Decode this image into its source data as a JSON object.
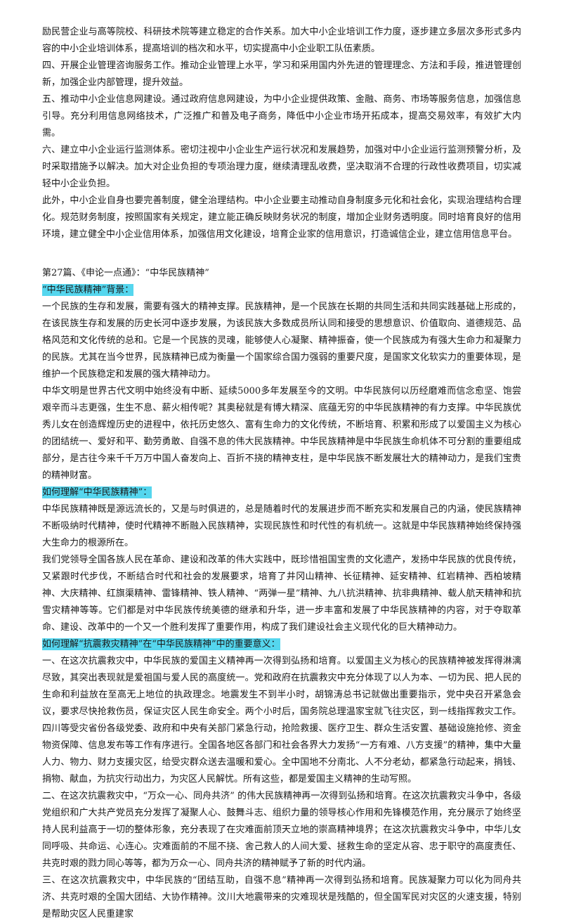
{
  "paragraphs_top": [
    "励民营企业与高等院校、科研技术院等建立稳定的合作关系。加大中小企业培训工作力度，逐步建立多层次多形式多内容的中小企业培训体系，提高培训的档次和水平，切实提高中小企业职工队伍素质。",
    "四、开展企业管理咨询服务工作。推动企业管理上水平，学习和采用国内外先进的管理理念、方法和手段，推进管理创新，加强企业内部管理，提升效益。",
    "五、推动中小企业信息网建设。通过政府信息网建设，为中小企业提供政策、金融、商务、市场等服务信息，加强信息引导。充分利用信息网络技术，广泛推广和普及电子商务，降低中小企业市场开拓成本，提高交易效率，有效扩大内需。",
    "六、建立中小企业运行监测体系。密切注视中小企业生产运行状况和发展趋势，加强对中小企业运行监测预警分析，及时采取措施予以解决。加大对企业负担的专项治理力度，继续清理乱收费，坚决取消不合理的行政性收费项目，切实减轻中小企业负担。",
    "此外，中小企业自身也要完善制度，健全治理结构。中小企业要主动推动自身制度多元化和社会化，实现治理结构合理化。规范财务制度，按照国家有关规定，建立能正确反映财务状况的制度，增加企业财务透明度。同时培育良好的信用环境，建立健全中小企业信用体系，加强信用文化建设，培育企业家的信用意识，打造诚信企业，建立信用信息平台。"
  ],
  "article_title": "第27篇、《申论一点通》：“中华民族精神”",
  "section1": {
    "heading": "“中华民族精神”背景：",
    "paragraphs": [
      "一个民族的生存和发展，需要有强大的精神支撑。民族精神，是一个民族在长期的共同生活和共同实践基础上形成的，在该民族生存和发展的历史长河中逐步发展，为该民族大多数成员所认同和接受的思想意识、价值取向、道德规范、品格风范和文化传统的总和。它是一个民族的灵魂，能够使人心凝聚、精神振奋，使一个民族成为有强大生命力和凝聚力的民族。尤其在当今世界，民族精神已成为衡量一个国家综合国力强弱的重要尺度，是国家文化软实力的重要体现，是维护一个民族稳定和发展的强大精神动力。",
      "中华文明是世界古代文明中始终没有中断、延续5000多年发展至今的文明。中华民族何以历经磨难而信念愈坚、饱尝艰辛而斗志更强，生生不息、薪火相传呢？其奥秘就是有博大精深、底蕴无穷的中华民族精神的有力支撑。中华民族优秀儿女在创造辉煌历史的进程中，依托历史悠久、富有生命力的文化传统，不断培育、积累和形成了以爱国主义为核心的团结统一、爱好和平、勤劳勇敢、自强不息的伟大民族精神。中华民族精神是中华民族生命机体不可分割的重要组成部分，是古往今来千千万万中国人奋发向上、百折不挠的精神支柱，是中华民族不断发展壮大的精神动力，是我们宝贵的精神财富。"
    ]
  },
  "section2": {
    "heading": "如何理解“中华民族精神”：",
    "paragraphs": [
      "中华民族精神既是源远流长的，又是与时俱进的，总是随着时代的发展进步而不断充实和发展自己的内涵，使民族精神不断吸纳时代精神，使时代精神不断融入民族精神，实现民族性和时代性的有机统一。这就是中华民族精神始终保持强大生命力的根源所在。",
      "我们党领导全国各族人民在革命、建设和改革的伟大实践中，既珍惜祖国宝贵的文化遗产，发扬中华民族的优良传统，又紧跟时代步伐，不断结合时代和社会的发展要求，培育了井冈山精神、长征精神、延安精神、红岩精神、西柏坡精神、大庆精神、红旗渠精神、雷锋精神、铁人精神、“两弹一星”精神、九八抗洪精神、抗非典精神、载人航天精神和抗雪灾精神等等。它们都是对中华民族传统美德的继承和升华，进一步丰富和发展了中华民族精神的内容，对于夺取革命、建设、改革中的一个又一个胜利发挥了重要作用，构成了我们建设社会主义现代化的巨大精神动力。"
    ]
  },
  "section3": {
    "heading": "如何理解“抗震救灾精神”在“中华民族精神”中的重要意义：",
    "paragraphs": [
      "一、在这次抗震救灾中，中华民族的爱国主义精神再一次得到弘扬和培育。以爱国主义为核心的民族精神被发挥得淋漓尽致，其突出表现就是爱祖国与爱人民的高度统一。党和政府在抗震救灾中充分体现了以人为本、一切为民、把人民的生命和利益放在至高无上地位的执政理念。地震发生不到半小时，胡锦涛总书记就做出重要指示，党中央召开紧急会议，要求尽快抢救伤员，保证灾区人民生命安全。两个小时后，国务院总理温家宝就飞往灾区，到一线指挥救灾工作。四川等受灾省份各级党委、政府和中央有关部门紧急行动，抢险救援、医疗卫生、群众生活安置、基础设施抢修、资金物资保障、信息发布等工作有序进行。全国各地区各部门和社会各界大力发扬“一方有难、八方支援”的精神，集中大量人力、物力、财力支援灾区，给受灾群众送去温暖和爱心。全中国地不分南北、人不分老幼，都紧急行动起来，捐钱、捐物、献血，为抗灾行动出力，为灾区人民解忧。所有这些，都是爱国主义精神的生动写照。",
      "二、在这次抗震救灾中，“万众一心、同舟共济” 的伟大民族精神再一次得到弘扬和培育。在这次抗震救灾斗争中，各级党组织和广大共产党员充分发挥了凝聚人心、鼓舞斗志、组织力量的领导核心作用和先锋模范作用，充分展示了始终坚持人民利益高于一切的整体形象，充分表现了在灾难面前顶天立地的崇高精神境界；在这次抗震救灾斗争中，中华儿女同呼吸、共命运、心连心。灾难面前的不屈不挠、舍己救人的人间大爱、拯救生命的坚定从容、忠于职守的高度责任、共克时艰的戮力同心等等，都为万众一心、同舟共济的精神赋予了新的时代内涵。",
      "三、在这次抗震救灾中，中华民族的“团结互助，自强不息”精神再一次得到弘扬和培育。民族凝聚力可以化为同舟共济、共克时艰的全国大团结、大协作精神。汶川大地震带来的灾难现状是残酷的，但全国军民对灾区的火速支援，特别是帮助灾区人民重建家"
    ]
  }
}
